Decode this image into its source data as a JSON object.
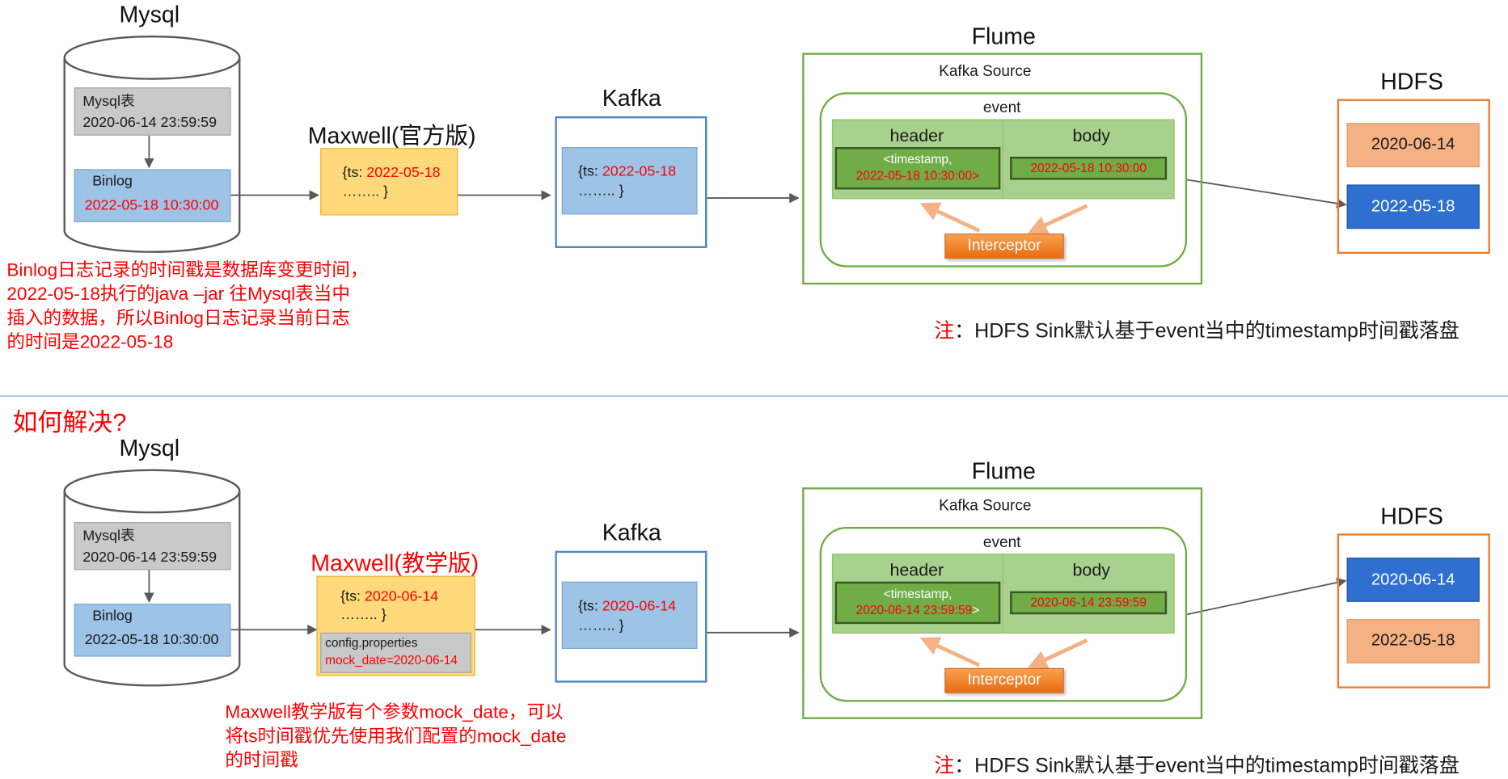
{
  "top": {
    "mysql": {
      "title": "Mysql",
      "table_label": "Mysql表",
      "table_time": "2020-06-14 23:59:59",
      "binlog_label": "Binlog",
      "binlog_time": "2022-05-18 10:30:00"
    },
    "maxwell": {
      "title": "Maxwell(官方版)",
      "ts_prefix": "{ts: ",
      "ts_value": "2022-05-18",
      "ellipsis": "……..      }"
    },
    "kafka": {
      "title": "Kafka",
      "ts_prefix": "{ts: ",
      "ts_value": "2022-05-18",
      "ellipsis": "……..      }"
    },
    "flume": {
      "title": "Flume",
      "source": "Kafka Source",
      "event": "event",
      "header": "header",
      "body": "body",
      "timestamp_label": "<timestamp,",
      "timestamp_value": "2022-05-18 10:30:00>",
      "body_value": "2022-05-18 10:30:00",
      "interceptor": "Interceptor"
    },
    "hdfs": {
      "title": "HDFS",
      "folder1": "2020-06-14",
      "folder2": "2022-05-18"
    },
    "explanation": [
      "Binlog日志记录的时间戳是数据库变更时间，",
      "2022-05-18执行的java –jar 往Mysql表当中",
      "插入的数据，所以Binlog日志记录当前日志",
      "的时间是2022-05-18"
    ],
    "note_prefix": "注",
    "note_text": "：HDFS Sink默认基于event当中的timestamp时间戳落盘"
  },
  "question": "如何解决?",
  "bottom": {
    "mysql": {
      "title": "Mysql",
      "table_label": "Mysql表",
      "table_time": "2020-06-14 23:59:59",
      "binlog_label": "Binlog",
      "binlog_time": "2022-05-18 10:30:00"
    },
    "maxwell": {
      "title": "Maxwell(教学版)",
      "ts_prefix": "{ts: ",
      "ts_value": "2020-06-14",
      "ellipsis": "……..      }",
      "config_file": "config.properties",
      "config_value": "mock_date=2020-06-14"
    },
    "kafka": {
      "title": "Kafka",
      "ts_prefix": "{ts: ",
      "ts_value": "2020-06-14",
      "ellipsis": "……..      }"
    },
    "flume": {
      "title": "Flume",
      "source": "Kafka Source",
      "event": "event",
      "header": "header",
      "body": "body",
      "timestamp_label": "<timestamp,",
      "timestamp_value": "2020-06-14 23:59:59",
      "timestamp_close": ">",
      "body_value": "2020-06-14 23:59:59",
      "interceptor": "Interceptor"
    },
    "hdfs": {
      "title": "HDFS",
      "folder1": "2020-06-14",
      "folder2": "2022-05-18"
    },
    "explanation": [
      "Maxwell教学版有个参数mock_date，可以",
      "将ts时间戳优先使用我们配置的mock_date",
      "的时间戳"
    ],
    "note_prefix": "注",
    "note_text": "：HDFS Sink默认基于event当中的timestamp时间戳落盘"
  },
  "colors": {
    "highlight": "#ff0000",
    "kafka_border": "#4a86c6",
    "flume_border": "#70ad47",
    "hdfs_border": "#ed7d31",
    "interceptor": "#ed7d31"
  }
}
